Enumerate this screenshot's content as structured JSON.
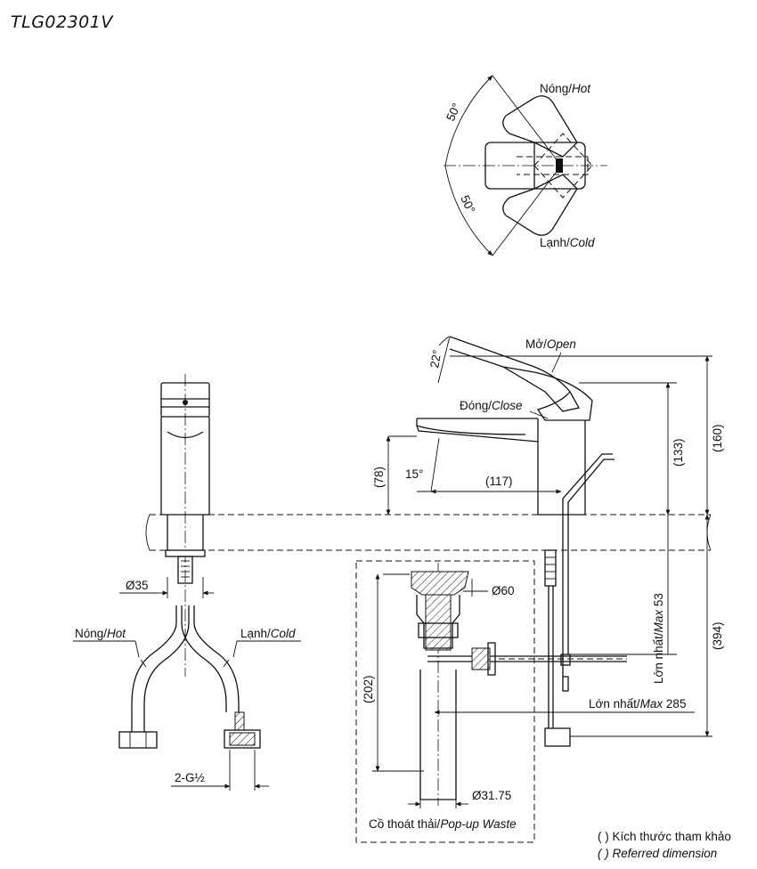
{
  "model": "TLG02301V",
  "top_view": {
    "angle_upper": "50°",
    "angle_lower": "50°",
    "hot_vi": "Nóng/",
    "hot_en": "Hot",
    "cold_vi": "Lạnh/",
    "cold_en": "Cold"
  },
  "side_view": {
    "lever_angle": "22°",
    "open_vi": "Mở/",
    "open_en": "Open",
    "close_vi": "Đóng/",
    "close_en": "Close",
    "spout_angle": "15°",
    "dim_78": "(78)",
    "dim_117": "(117)",
    "dim_133": "(133)",
    "dim_160": "(160)",
    "dim_394": "(394)",
    "max53_vi": "Lớn nhất/",
    "max53_en": "Max",
    "max53_val": " 53",
    "max285_vi": "Lớn nhất/",
    "max285_en": "Max",
    "max285_val": " 285"
  },
  "front_view": {
    "dia_35": "Ø35",
    "hot_vi": "Nóng/",
    "hot_en": "Hot",
    "cold_vi": "Lạnh/",
    "cold_en": "Cold",
    "thread": "2-G½"
  },
  "waste": {
    "dia_60": "Ø60",
    "dim_202": "(202)",
    "dia_3175": "Ø31.75",
    "label_vi": "Cồ thoát thải/",
    "label_en": "Pop-up Waste"
  },
  "note": {
    "line1": "( ) Kích thước tham khảo",
    "line2": "( ) Referred dimension"
  }
}
